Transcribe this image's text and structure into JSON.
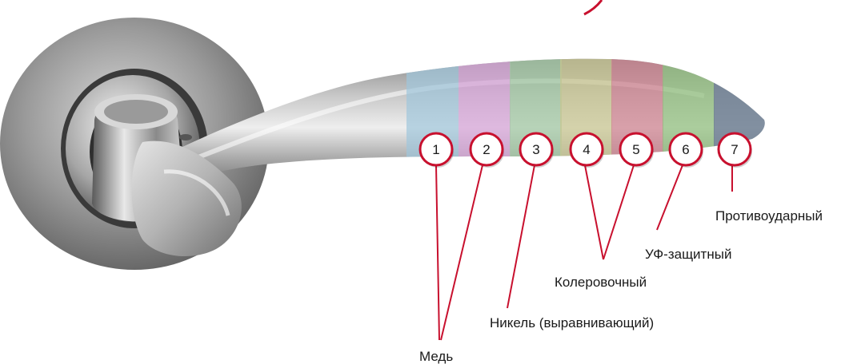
{
  "diagram": {
    "coatings": [
      {
        "number": "1",
        "tint": "#9fc6dc"
      },
      {
        "number": "2",
        "tint": "#d7a3d9"
      },
      {
        "number": "3",
        "tint": "#9fc7a1"
      },
      {
        "number": "4",
        "tint": "#c9c68e"
      },
      {
        "number": "5",
        "tint": "#cf7f8d"
      },
      {
        "number": "6",
        "tint": "#8fbf7a"
      },
      {
        "number": "7",
        "tint": "#6f7f93"
      }
    ],
    "labels": {
      "copper": "Медь",
      "nickel": "Никель (выравнивающий)",
      "tinting": "Колеровочный",
      "uv": "УФ-защитный",
      "impact": "Противоударный"
    },
    "colors": {
      "leader": "#c8102e",
      "marker_border": "#c8102e",
      "marker_fill": "#ffffff"
    }
  }
}
